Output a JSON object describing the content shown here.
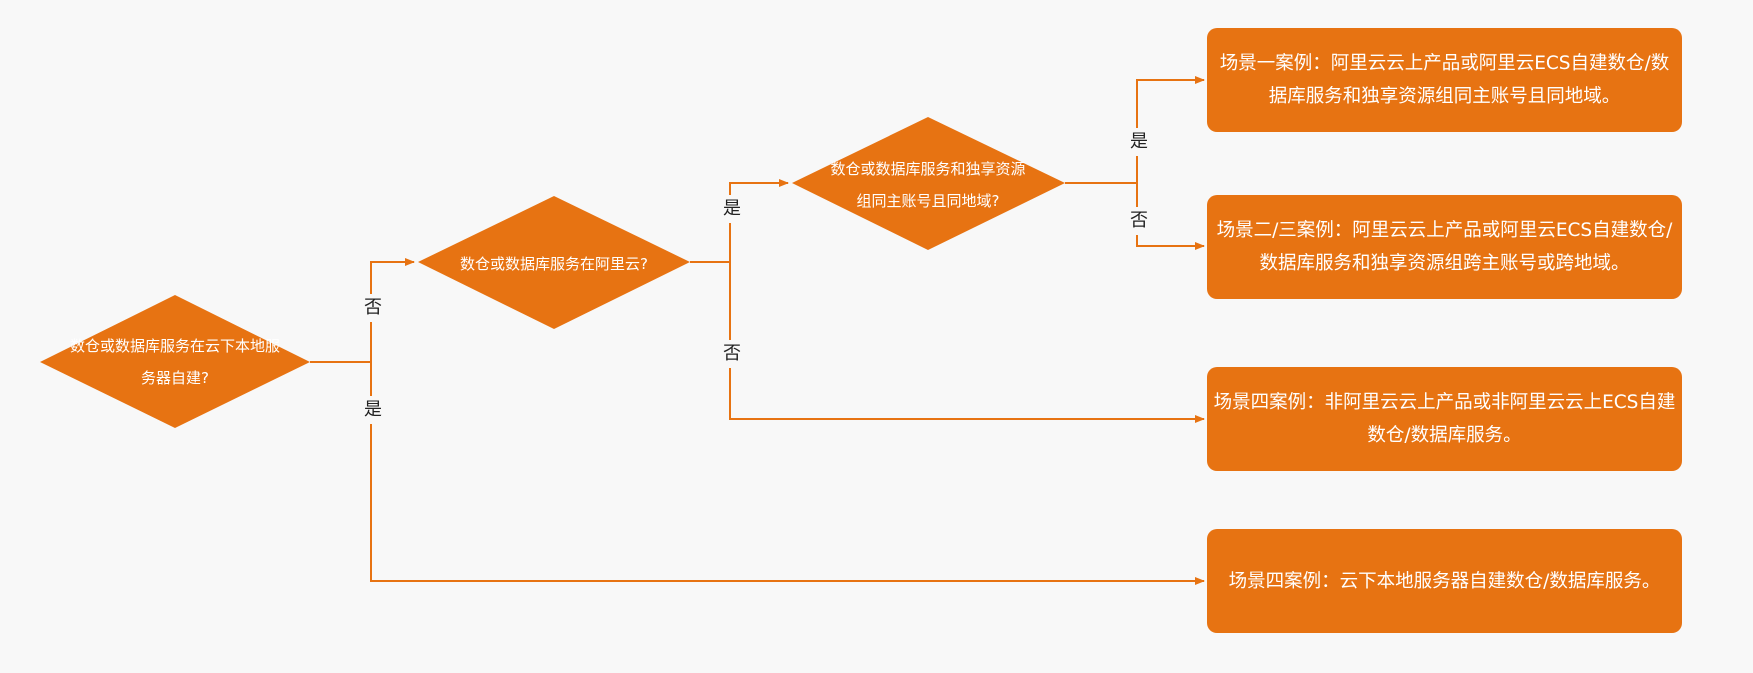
{
  "colors": {
    "node": "#e77312",
    "edge": "#e77312",
    "background": "#f8f8f8"
  },
  "decisions": {
    "d1": "数仓或数据库服务在云下本地服务器自建?",
    "d2": "数仓或数据库服务在阿里云?",
    "d3": "数仓或数据库服务和独享资源组同主账号且同地域?"
  },
  "outcomes": {
    "s1": "场景一案例：阿里云云上产品或阿里云ECS自建数仓/数据库服务和独享资源组同主账号且同地域。",
    "s23": "场景二/三案例：阿里云云上产品或阿里云ECS自建数仓/数据库服务和独享资源组跨主账号或跨地域。",
    "s4a": "场景四案例：非阿里云云上产品或非阿里云云上ECS自建数仓/数据库服务。",
    "s4b": "场景四案例：云下本地服务器自建数仓/数据库服务。"
  },
  "edge_labels": {
    "d1_no": "否",
    "d1_yes": "是",
    "d2_yes": "是",
    "d2_no": "否",
    "d3_yes": "是",
    "d3_no": "否"
  }
}
